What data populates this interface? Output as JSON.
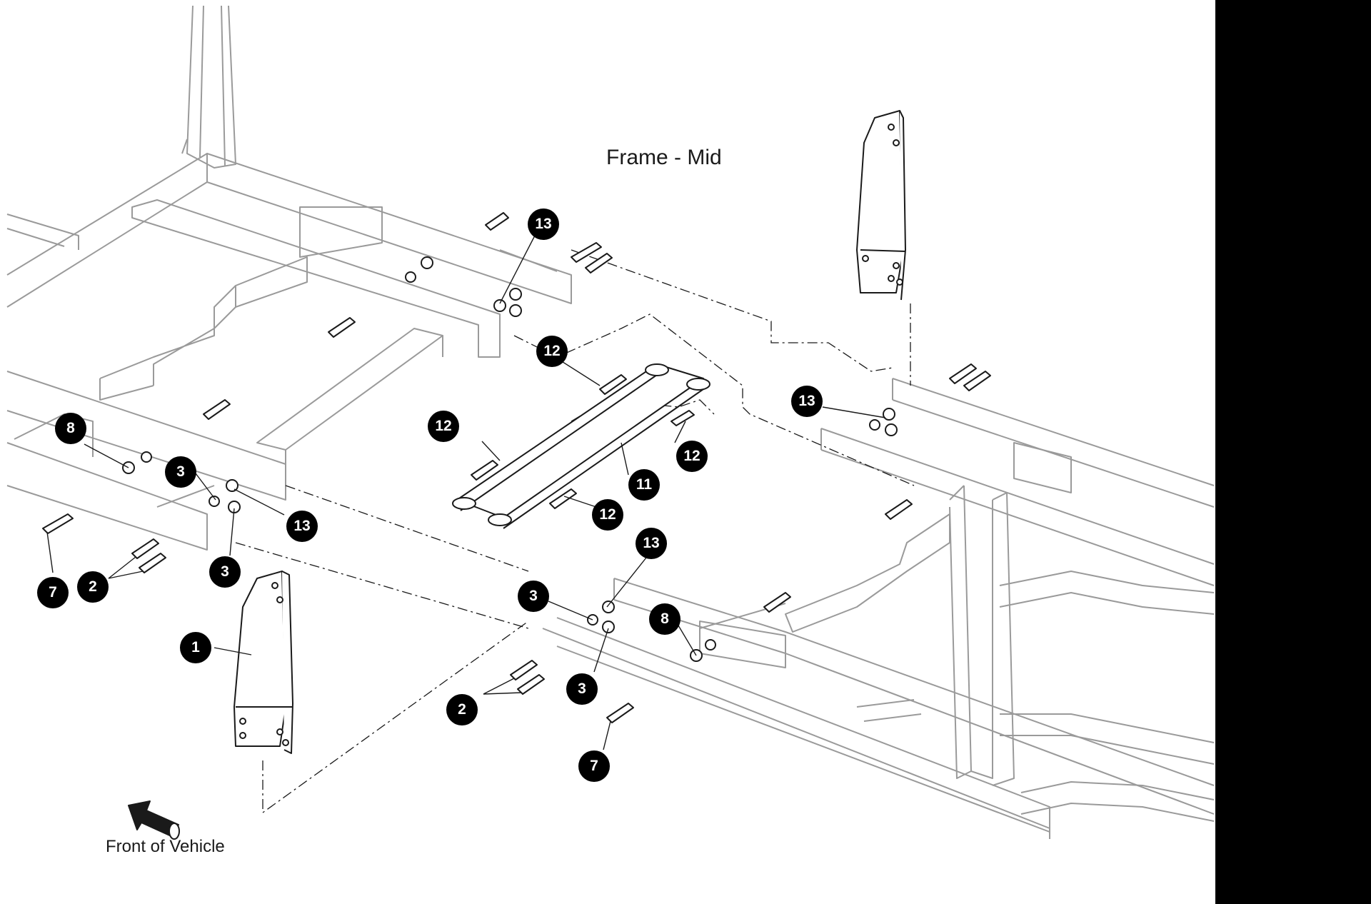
{
  "title": "Frame - Mid",
  "front_label": "Front of Vehicle",
  "colors": {
    "frame_line": "#9a9a9a",
    "part_line": "#1a1a1a",
    "callout_fill": "#000000",
    "callout_text": "#ffffff",
    "side_band": "#000000"
  },
  "callouts": [
    {
      "id": "c13a",
      "label": "13"
    },
    {
      "id": "c12a",
      "label": "12"
    },
    {
      "id": "c13b",
      "label": "13"
    },
    {
      "id": "c12b",
      "label": "12"
    },
    {
      "id": "c12c",
      "label": "12"
    },
    {
      "id": "c11",
      "label": "11"
    },
    {
      "id": "c12d",
      "label": "12"
    },
    {
      "id": "c8a",
      "label": "8"
    },
    {
      "id": "c3a",
      "label": "3"
    },
    {
      "id": "c13c",
      "label": "13"
    },
    {
      "id": "c3b",
      "label": "3"
    },
    {
      "id": "c2a",
      "label": "2"
    },
    {
      "id": "c7a",
      "label": "7"
    },
    {
      "id": "c1",
      "label": "1"
    },
    {
      "id": "c13d",
      "label": "13"
    },
    {
      "id": "c3c",
      "label": "3"
    },
    {
      "id": "c8b",
      "label": "8"
    },
    {
      "id": "c3d",
      "label": "3"
    },
    {
      "id": "c2b",
      "label": "2"
    },
    {
      "id": "c7b",
      "label": "7"
    }
  ]
}
